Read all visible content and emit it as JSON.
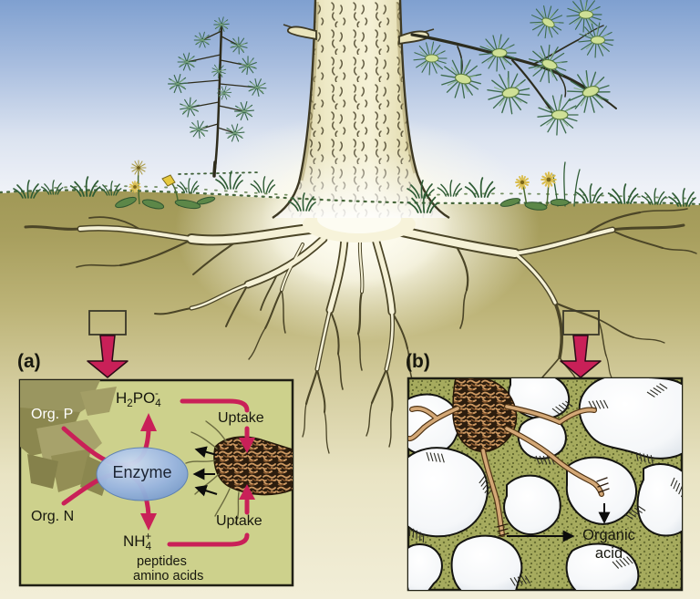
{
  "scene": {
    "panel_a_tag": "(a)",
    "panel_b_tag": "(b)"
  },
  "panel_a": {
    "org_p_label": "Org. P",
    "org_n_label": "Org. N",
    "enzyme_label": "Enzyme",
    "uptake_top_label": "Uptake",
    "uptake_bottom_label": "Uptake",
    "peptides_label": "peptides",
    "amino_acids_label": "amino acids",
    "h2po4": {
      "base1": "H",
      "sub1": "2",
      "base2": "PO",
      "sub2": "4",
      "charge": "-"
    },
    "nh4": {
      "base": "NH",
      "sub": "4",
      "charge": "+"
    }
  },
  "panel_b": {
    "organic_acid_line1": "Organic",
    "organic_acid_line2": "acid"
  },
  "colors": {
    "sky_blue": "#7fa0d0",
    "soil_olive": "#aba263",
    "panel_olive": "#cdd18c",
    "flow_magenta": "#c92058",
    "enzyme_blue": "#8aabda",
    "root_cream": "#f5f1d6",
    "mycorrhiza_brown": "#2c1d0e"
  }
}
